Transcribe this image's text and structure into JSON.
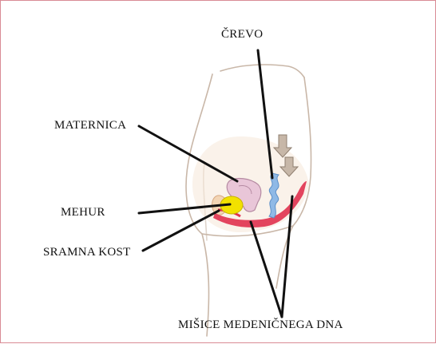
{
  "labels": {
    "crevo": "ČREVO",
    "maternica": "MATERNICA",
    "mehur": "MEHUR",
    "sramna_kost": "SRAMNA KOST",
    "misice": "MIŠICE MEDENIČNEGA DNA"
  },
  "colors": {
    "frame_border": "#d98b95",
    "skin_outline": "#c9b7a8",
    "uterus": "#e9c6d8",
    "bladder": "#f2e100",
    "intestine": "#8fb9e6",
    "pelvic_floor": "#e0314f",
    "pubic_bone": "#f3d5b5",
    "leader_line": "#111111"
  }
}
